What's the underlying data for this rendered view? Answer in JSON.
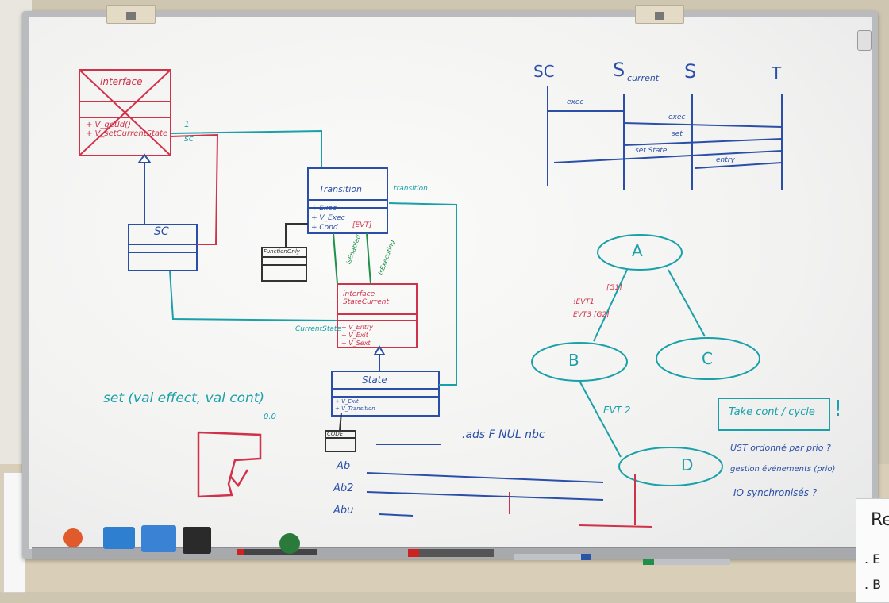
{
  "seq_diagram": {
    "actors": [
      "SC",
      "S",
      "current",
      "S",
      "T"
    ],
    "messages": [
      "exec",
      "exec",
      "set",
      "set State",
      "entry"
    ]
  },
  "class_diagram": {
    "interface_box": {
      "title": "interface",
      "attrs": "+ V_getId()\n+ V_setCurrentState"
    },
    "sc_box": "SC",
    "assoc_labels": [
      "1",
      "sc",
      "transition",
      "CurrentState"
    ],
    "transition_box": {
      "title": "Transition",
      "ops": [
        "+ Exec",
        "+ V_Exec",
        "+ Cond",
        "[EVT]"
      ]
    },
    "function_box": "FunctionOnly",
    "state_current": {
      "title": "interface StateCurrent",
      "ops": [
        "+ V_Entry",
        "+ V_Exit",
        "+ V_Sext"
      ]
    },
    "state_box": {
      "title": "State",
      "ops": [
        "+ V_Exit",
        "+ V_Transition"
      ]
    },
    "small_box": "CODE",
    "arrow_labels": [
      "isEnabled",
      "isExecuting"
    ]
  },
  "state_machine": {
    "states": [
      "A",
      "B",
      "C",
      "D"
    ],
    "labels": [
      "EVT 2",
      "[G1]",
      "!EVT1",
      "EVT3 [G2]"
    ]
  },
  "notes": {
    "set_fn": "set (val effect, val cont)",
    "zero": "0.0",
    "ads": ".ads  F  NUL  nbc",
    "rows": [
      "Ab",
      "Ab2",
      "Abu"
    ],
    "take": "Take cont / cycle",
    "excl": "!",
    "questions": [
      "UST ordonné par prio ?",
      "gestion événements (prio)",
      "IO synchronisés ?"
    ]
  },
  "paper_text": [
    "Re",
    ". E",
    ". B"
  ],
  "colors": {
    "blue": "#2b4fa8",
    "teal": "#1aa0a8",
    "red": "#d0324a",
    "green": "#1f8f4a"
  }
}
